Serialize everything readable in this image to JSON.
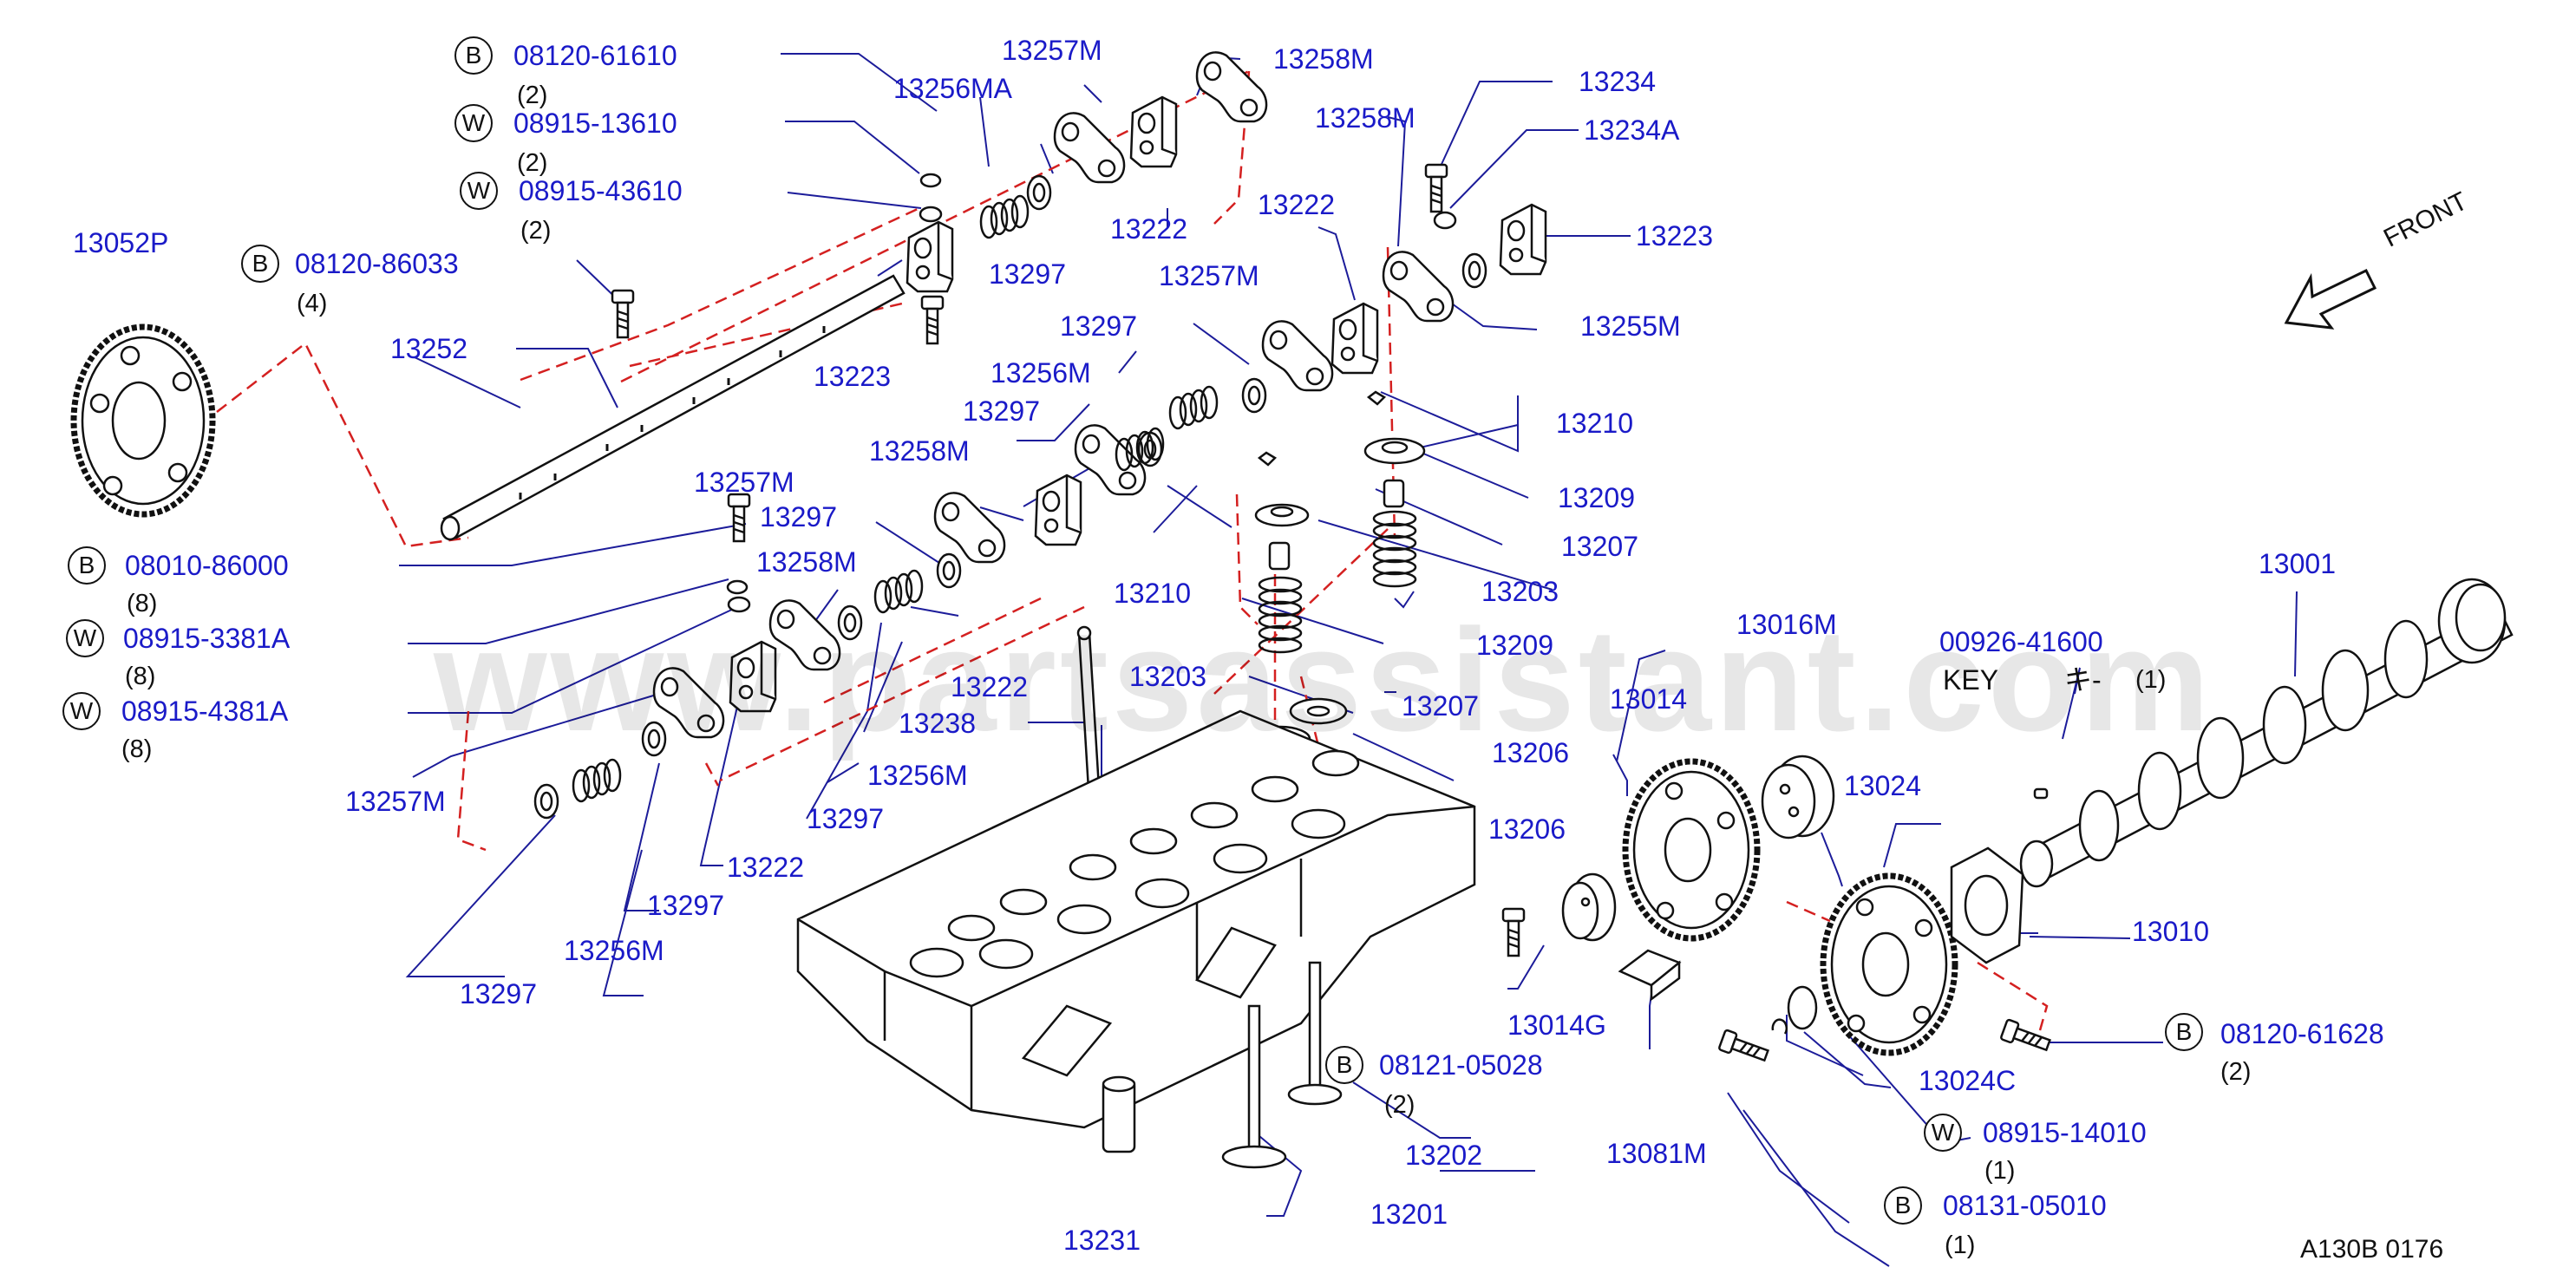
{
  "watermark": "www.partsassistant.com",
  "front_label": "FRONT",
  "key_label": "KEY",
  "key_jp": "キ-",
  "key_qty": "(1)",
  "code": "A130B   0176",
  "parts": {
    "p13052P": "13052P",
    "p13252": "13252",
    "p13223a": "13223",
    "p13223b": "13223",
    "p13256MA": "13256MA",
    "p13257Ma": "13257M",
    "p13258Ma": "13258M",
    "p13222a": "13222",
    "p13297a": "13297",
    "p13234": "13234",
    "p13234A": "13234A",
    "p13258Mb": "13258M",
    "p13222b": "13222",
    "p13257Mb": "13257M",
    "p13255M": "13255M",
    "p13297b": "13297",
    "p13256Ma": "13256M",
    "p13297c": "13297",
    "p13258Mc": "13258M",
    "p13210a": "13210",
    "p13209a": "13209",
    "p13207a": "13207",
    "p13210b": "13210",
    "p13203a": "13203",
    "p13209b": "13209",
    "p13203b": "13203",
    "p13207b": "13207",
    "p13206a": "13206",
    "p13206b": "13206",
    "p13238": "13238",
    "p13257Mc": "13257M",
    "p13297d": "13297",
    "p13258Md": "13258M",
    "p13222c": "13222",
    "p13256Mb": "13256M",
    "p13297e": "13297",
    "p13257Md": "13257M",
    "p13222d": "13222",
    "p13297f": "13297",
    "p13256Mc": "13256M",
    "p13297g": "13297",
    "p13231": "13231",
    "p13201": "13201",
    "p13202": "13202",
    "p13014": "13014",
    "p13016M": "13016M",
    "p13024": "13024",
    "p13014G": "13014G",
    "p13081M": "13081M",
    "p13024C": "13024C",
    "p13010": "13010",
    "p13001": "13001",
    "p00926": "00926-41600"
  },
  "fasteners": [
    {
      "id": "b1",
      "badge": "B",
      "part": "08120-61610",
      "qty": "(2)"
    },
    {
      "id": "w1",
      "badge": "W",
      "part": "08915-13610",
      "qty": "(2)"
    },
    {
      "id": "w2",
      "badge": "W",
      "part": "08915-43610",
      "qty": "(2)"
    },
    {
      "id": "b2",
      "badge": "B",
      "part": "08120-86033",
      "qty": "(4)"
    },
    {
      "id": "b3",
      "badge": "B",
      "part": "08010-86000",
      "qty": "(8)"
    },
    {
      "id": "w3",
      "badge": "W",
      "part": "08915-3381A",
      "qty": "(8)"
    },
    {
      "id": "w4",
      "badge": "W",
      "part": "08915-4381A",
      "qty": "(8)"
    },
    {
      "id": "b4",
      "badge": "B",
      "part": "08121-05028",
      "qty": "(2)"
    },
    {
      "id": "b5",
      "badge": "B",
      "part": "08120-61628",
      "qty": "(2)"
    },
    {
      "id": "w5",
      "badge": "W",
      "part": "08915-14010",
      "qty": "(1)"
    },
    {
      "id": "b6",
      "badge": "B",
      "part": "08131-05010",
      "qty": "(1)"
    }
  ]
}
